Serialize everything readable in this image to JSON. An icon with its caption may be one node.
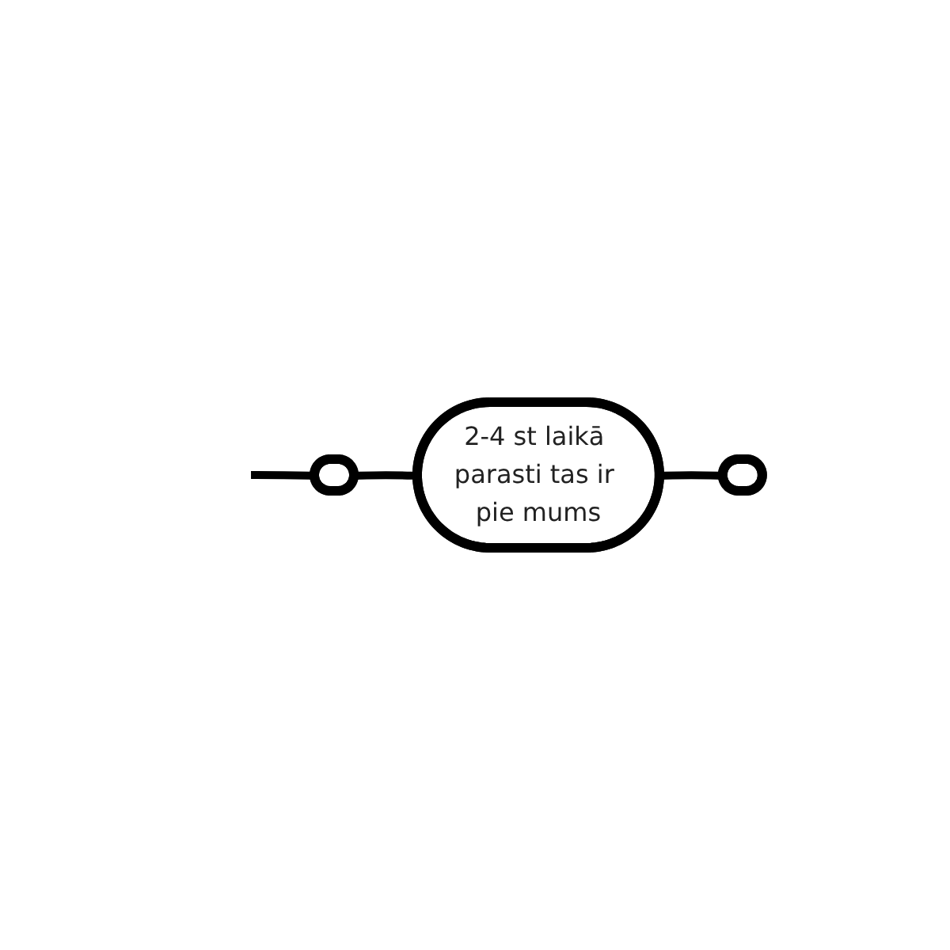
{
  "diagram": {
    "nodes": [
      {
        "text": [],
        "shape": "oval"
      },
      {
        "text": [
          "2-4 st laikā parasti tas ir pie mums"
        ]
      },
      {
        "text": [],
        "shape": "oval"
      }
    ],
    "edges": [
      {
        "from": null,
        "to": 0,
        "arrow": "none"
      },
      {
        "from": 0,
        "to": 1,
        "arrow": "none"
      },
      {
        "from": 1,
        "to": 2,
        "arrow": "none"
      }
    ]
  }
}
